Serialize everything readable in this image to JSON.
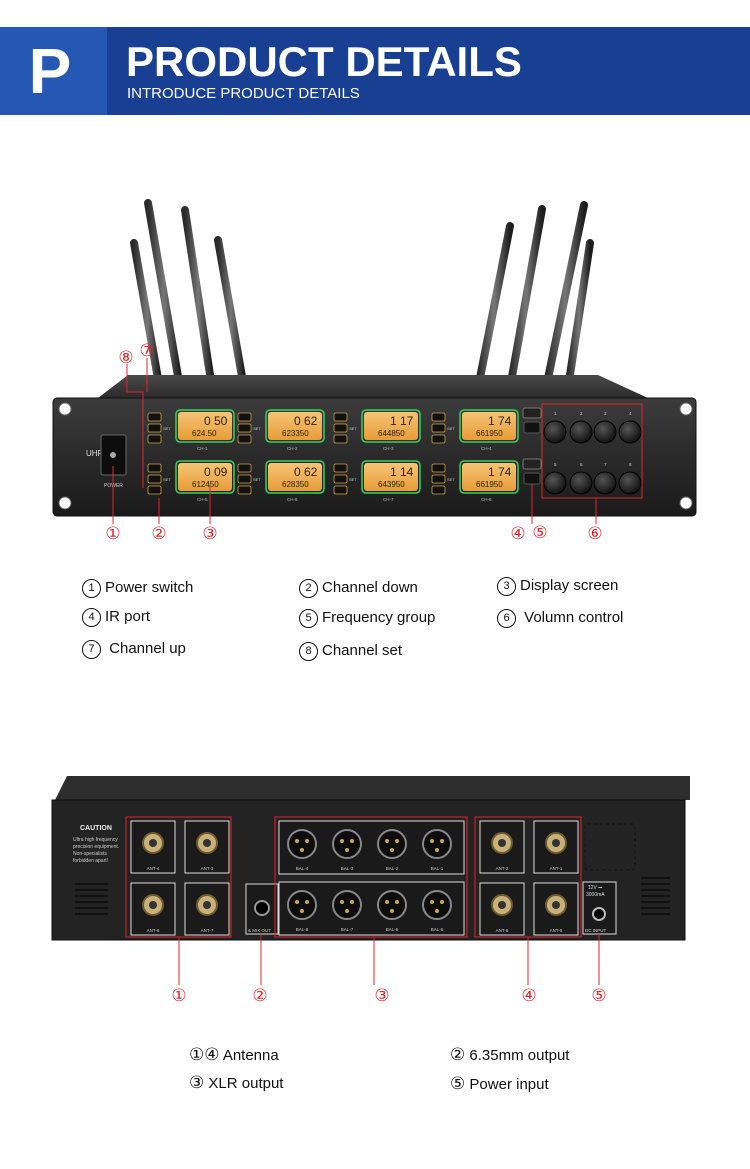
{
  "header": {
    "badge": "P",
    "title": "PRODUCT DETAILS",
    "subtitle": "INTRODUCE PRODUCT DETAILS"
  },
  "front_panel": {
    "brand": "UHF",
    "power_label": "POWER",
    "channels": [
      {
        "label": "CH-1",
        "ch": "0 50",
        "freq": "624.50"
      },
      {
        "label": "CH-2",
        "ch": "0 62",
        "freq": "623350"
      },
      {
        "label": "CH-3",
        "ch": "1 17",
        "freq": "644850"
      },
      {
        "label": "CH-4",
        "ch": "1 74",
        "freq": "661950"
      },
      {
        "label": "CH-5",
        "ch": "0 09",
        "freq": "612450"
      },
      {
        "label": "CH-6",
        "ch": "0 62",
        "freq": "628350"
      },
      {
        "label": "CH-7",
        "ch": "1 14",
        "freq": "643950"
      },
      {
        "label": "CH-8",
        "ch": "1 74",
        "freq": "661950"
      }
    ],
    "set_label": "SET",
    "knob_numbers": [
      "1",
      "2",
      "3",
      "4",
      "5",
      "6",
      "7",
      "8"
    ],
    "markers": [
      "①",
      "②",
      "③",
      "④",
      "⑤",
      "⑥",
      "⑦",
      "⑧"
    ],
    "legend": [
      {
        "num": "1",
        "text": "Power switch"
      },
      {
        "num": "2",
        "text": "Channel down"
      },
      {
        "num": "3",
        "text": "Display screen"
      },
      {
        "num": "4",
        "text": "IR port"
      },
      {
        "num": "5",
        "text": "Frequency group"
      },
      {
        "num": "6",
        "text": " Volumn control"
      },
      {
        "num": "7",
        "text": " Channel up"
      },
      {
        "num": "8",
        "text": "Channel set"
      }
    ]
  },
  "rear_panel": {
    "caution_title": "CAUTION",
    "caution_text": [
      "Ultra high frequency",
      "precision equipment.",
      "Non-specialists",
      "forbidden apart!"
    ],
    "ant_left": [
      "ANT-4",
      "ANT-3",
      "ANT-8",
      "ANT-7"
    ],
    "ant_right": [
      "ANT-2",
      "ANT-1",
      "ANT-6",
      "ANT-5"
    ],
    "bal_top": [
      "BAL-4",
      "BAL-3",
      "BAL-2",
      "BAL-1"
    ],
    "bal_bottom": [
      "BAL-8",
      "BAL-7",
      "BAL-6",
      "BAL-5"
    ],
    "mix_out": "& MIX OUT",
    "power_spec": [
      "12V ⎓",
      "3000mA"
    ],
    "dc_input": "DC INPUT",
    "markers": [
      "①",
      "②",
      "③",
      "④",
      "⑤"
    ],
    "legend": [
      {
        "nums": "①④",
        "text": "Antenna"
      },
      {
        "nums": "②",
        "text": "6.35mm output"
      },
      {
        "nums": "③",
        "text": "XLR output"
      },
      {
        "nums": "⑤",
        "text": "Power input"
      }
    ]
  },
  "colors": {
    "header_bg": "#183f91",
    "header_box": "#2558b5",
    "marker_red": "#e0262b",
    "lcd": "#f3b24c"
  }
}
